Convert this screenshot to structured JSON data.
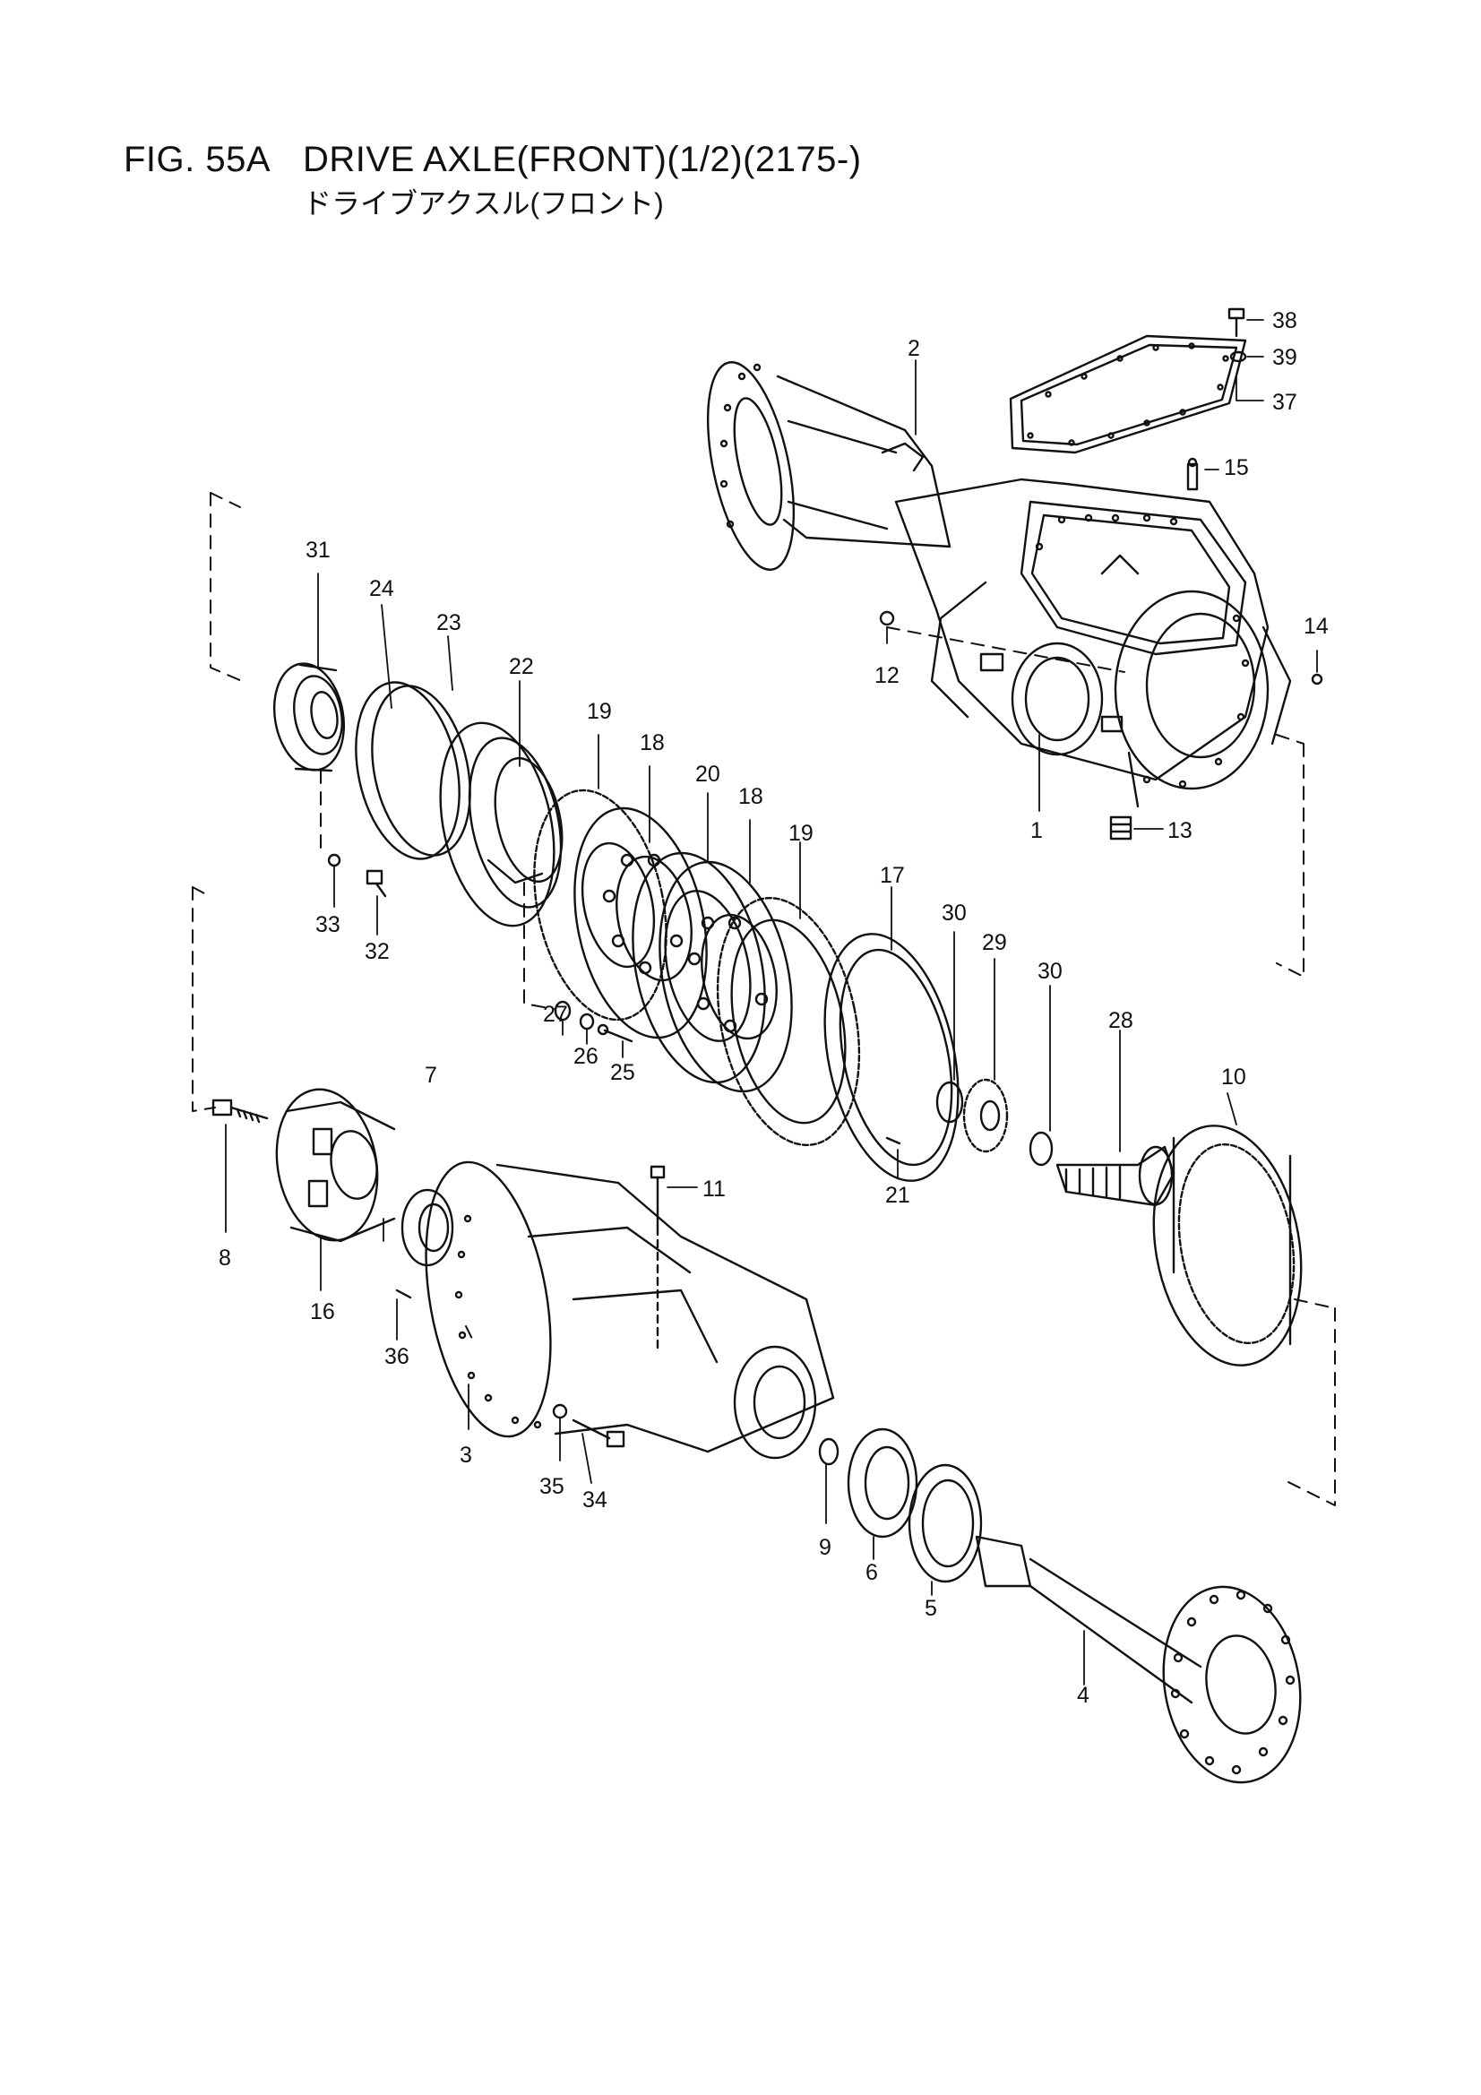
{
  "header": {
    "fig_no": "FIG. 55A",
    "title": "DRIVE AXLE(FRONT)(1/2)(2175-)",
    "subtitle": "ドライブアクスル(フロント)"
  },
  "callouts": [
    {
      "id": "c1",
      "label": "1"
    },
    {
      "id": "c2",
      "label": "2"
    },
    {
      "id": "c3",
      "label": "3"
    },
    {
      "id": "c4",
      "label": "4"
    },
    {
      "id": "c5",
      "label": "5"
    },
    {
      "id": "c6",
      "label": "6"
    },
    {
      "id": "c7",
      "label": "7"
    },
    {
      "id": "c8",
      "label": "8"
    },
    {
      "id": "c9",
      "label": "9"
    },
    {
      "id": "c10",
      "label": "10"
    },
    {
      "id": "c11",
      "label": "11"
    },
    {
      "id": "c12",
      "label": "12"
    },
    {
      "id": "c13",
      "label": "13"
    },
    {
      "id": "c14",
      "label": "14"
    },
    {
      "id": "c15",
      "label": "15"
    },
    {
      "id": "c16",
      "label": "16"
    },
    {
      "id": "c17",
      "label": "17"
    },
    {
      "id": "c18a",
      "label": "18"
    },
    {
      "id": "c18b",
      "label": "18"
    },
    {
      "id": "c19a",
      "label": "19"
    },
    {
      "id": "c19b",
      "label": "19"
    },
    {
      "id": "c20",
      "label": "20"
    },
    {
      "id": "c21",
      "label": "21"
    },
    {
      "id": "c22",
      "label": "22"
    },
    {
      "id": "c23",
      "label": "23"
    },
    {
      "id": "c24",
      "label": "24"
    },
    {
      "id": "c25",
      "label": "25"
    },
    {
      "id": "c26",
      "label": "26"
    },
    {
      "id": "c27",
      "label": "27"
    },
    {
      "id": "c28",
      "label": "28"
    },
    {
      "id": "c29",
      "label": "29"
    },
    {
      "id": "c30a",
      "label": "30"
    },
    {
      "id": "c30b",
      "label": "30"
    },
    {
      "id": "c31",
      "label": "31"
    },
    {
      "id": "c32",
      "label": "32"
    },
    {
      "id": "c33",
      "label": "33"
    },
    {
      "id": "c34",
      "label": "34"
    },
    {
      "id": "c35",
      "label": "35"
    },
    {
      "id": "c36",
      "label": "36"
    },
    {
      "id": "c37",
      "label": "37"
    },
    {
      "id": "c38",
      "label": "38"
    },
    {
      "id": "c39",
      "label": "39"
    }
  ]
}
